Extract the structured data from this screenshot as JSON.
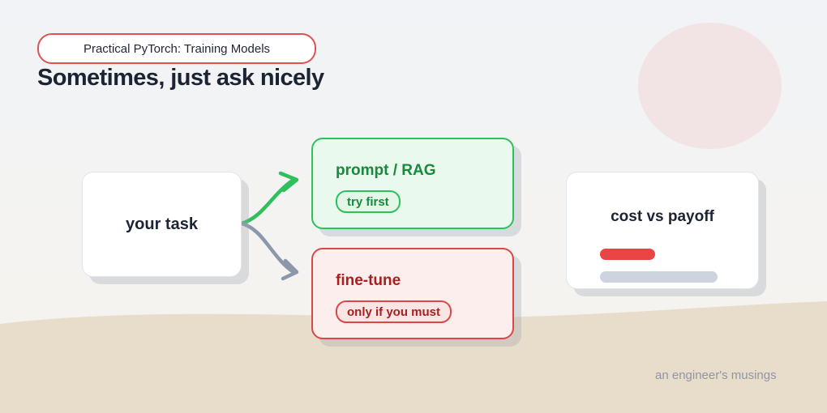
{
  "header": {
    "series": "Practical PyTorch: Training Models",
    "title": "Sometimes, just ask nicely"
  },
  "diagram": {
    "task_label": "your task",
    "options": {
      "prompt": {
        "title": "prompt / RAG",
        "tag": "try first"
      },
      "finetune": {
        "title": "fine-tune",
        "tag": "only if you must"
      }
    },
    "cost": {
      "title": "cost vs payoff"
    }
  },
  "footer": {
    "text": "an engineer's musings"
  },
  "colors": {
    "green": "#2fbf5b",
    "red": "#d84848",
    "gray": "#8b97ab",
    "title": "#1c2433"
  }
}
